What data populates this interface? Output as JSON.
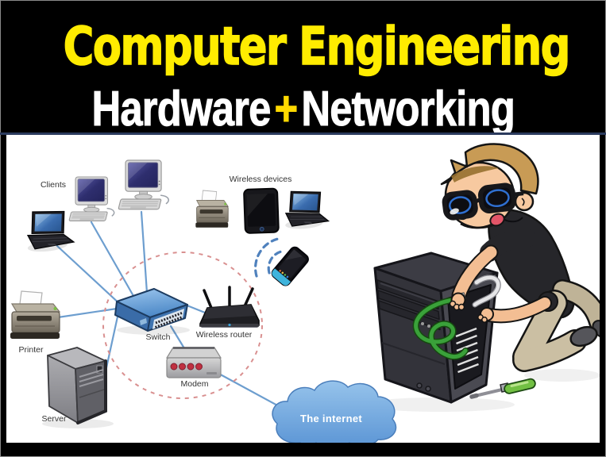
{
  "header": {
    "title": "Computer Engineering",
    "subtitle_left": "Hardware",
    "subtitle_plus": "+",
    "subtitle_right": "Networking",
    "colors": {
      "title": "#FFEC00",
      "subtitle": "#FFFFFF",
      "plus": "#FFD900",
      "background": "#000000",
      "divider": "#2B3B5E"
    }
  },
  "diagram": {
    "labels": {
      "clients": "Clients",
      "wireless_devices": "Wireless devices",
      "switch": "Switch",
      "wireless_router": "Wireless router",
      "modem": "Modem",
      "printer": "Printer",
      "server": "Server",
      "internet": "The internet"
    },
    "colors": {
      "connection_line": "#6D9ECF",
      "lan_boundary": "#D99090",
      "wifi_arc": "#4F81BD",
      "switch_body": "#5B9BD5",
      "cloud": "#5E98D6",
      "modem_led": "#C03040"
    }
  }
}
